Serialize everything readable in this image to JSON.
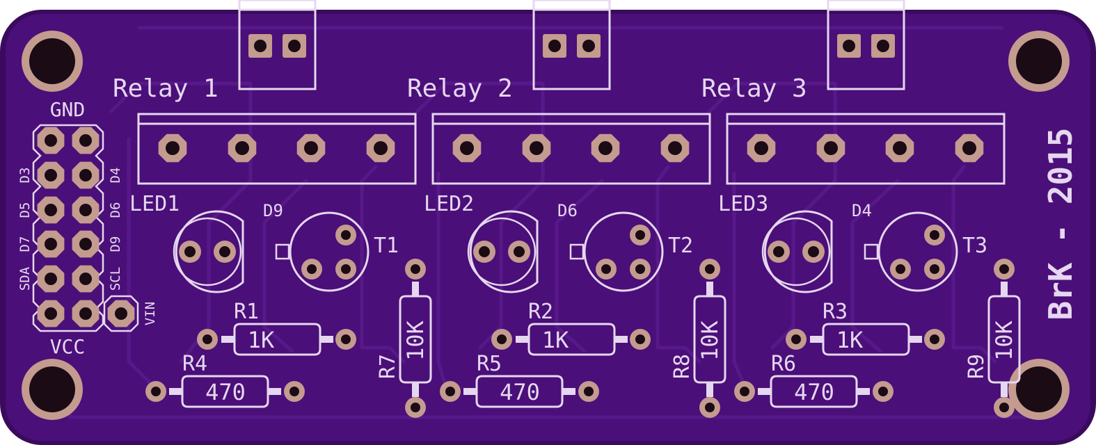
{
  "board": {
    "colors": {
      "substrate": "#4a0f78",
      "board_edge": "#3a0a5e",
      "silkscreen": "#e6d7f0",
      "copper_pad": "#c49b8f",
      "drill": "#1a0b14"
    },
    "credit": "BrK - 2015"
  },
  "header": {
    "top_label": "GND",
    "bottom_label": "VCC",
    "left_labels": [
      "D3",
      "D5",
      "D7",
      "SDA"
    ],
    "right_labels": [
      "D4",
      "D6",
      "D9",
      "SCL"
    ],
    "extra_pin_label": "VIN"
  },
  "channels": [
    {
      "relay": "Relay 1",
      "led": "LED1",
      "diode": "D9",
      "transistor": "T1",
      "r_base": {
        "ref": "R1",
        "value": "1K"
      },
      "r_led": {
        "ref": "R4",
        "value": "470"
      },
      "r_pull": {
        "ref": "R7",
        "value": "10K"
      }
    },
    {
      "relay": "Relay 2",
      "led": "LED2",
      "diode": "D6",
      "transistor": "T2",
      "r_base": {
        "ref": "R2",
        "value": "1K"
      },
      "r_led": {
        "ref": "R5",
        "value": "470"
      },
      "r_pull": {
        "ref": "R8",
        "value": "10K"
      }
    },
    {
      "relay": "Relay 3",
      "led": "LED3",
      "diode": "D4",
      "transistor": "T3",
      "r_base": {
        "ref": "R3",
        "value": "1K"
      },
      "r_led": {
        "ref": "R6",
        "value": "470"
      },
      "r_pull": {
        "ref": "R9",
        "value": "10K"
      }
    }
  ]
}
